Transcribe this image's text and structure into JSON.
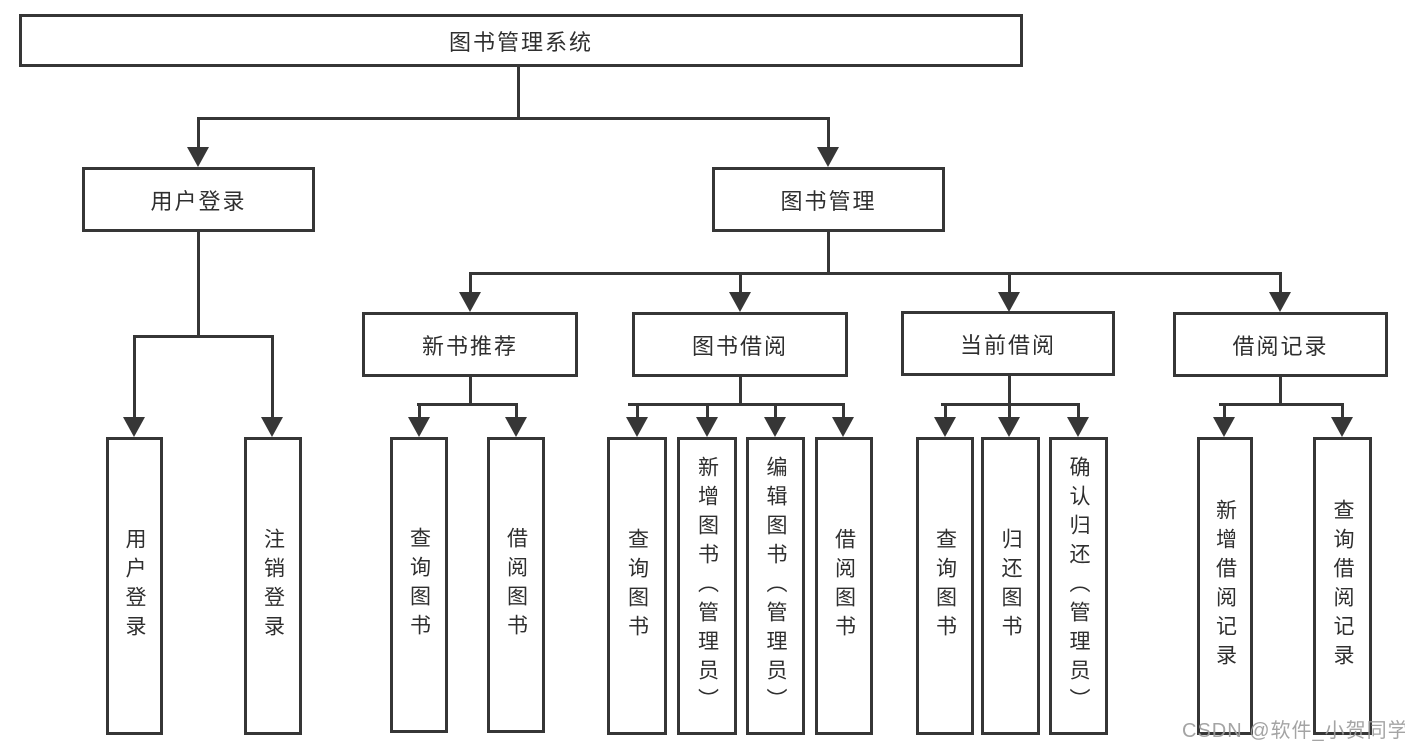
{
  "diagram": {
    "title": "图书管理系统",
    "root": {
      "label": "图书管理系统"
    },
    "branches": [
      {
        "label": "用户登录",
        "children": [
          {
            "label": "用户登录"
          },
          {
            "label": "注销登录"
          }
        ]
      },
      {
        "label": "图书管理",
        "children": [
          {
            "label": "新书推荐",
            "children": [
              {
                "label": "查询图书"
              },
              {
                "label": "借阅图书"
              }
            ]
          },
          {
            "label": "图书借阅",
            "children": [
              {
                "label": "查询图书"
              },
              {
                "label": "新增图书（管理员）"
              },
              {
                "label": "编辑图书（管理员）"
              },
              {
                "label": "借阅图书"
              }
            ]
          },
          {
            "label": "当前借阅",
            "children": [
              {
                "label": "查询图书"
              },
              {
                "label": "归还图书"
              },
              {
                "label": "确认归还（管理员）"
              }
            ]
          },
          {
            "label": "借阅记录",
            "children": [
              {
                "label": "新增借阅记录"
              },
              {
                "label": "查询借阅记录"
              }
            ]
          }
        ]
      }
    ]
  },
  "watermark": {
    "text": "CSDN @软件_小贺同学"
  },
  "colors": {
    "line": "#363636",
    "text": "#2f2f2f",
    "background": "#ffffff",
    "watermark": "#9d9d9d"
  }
}
